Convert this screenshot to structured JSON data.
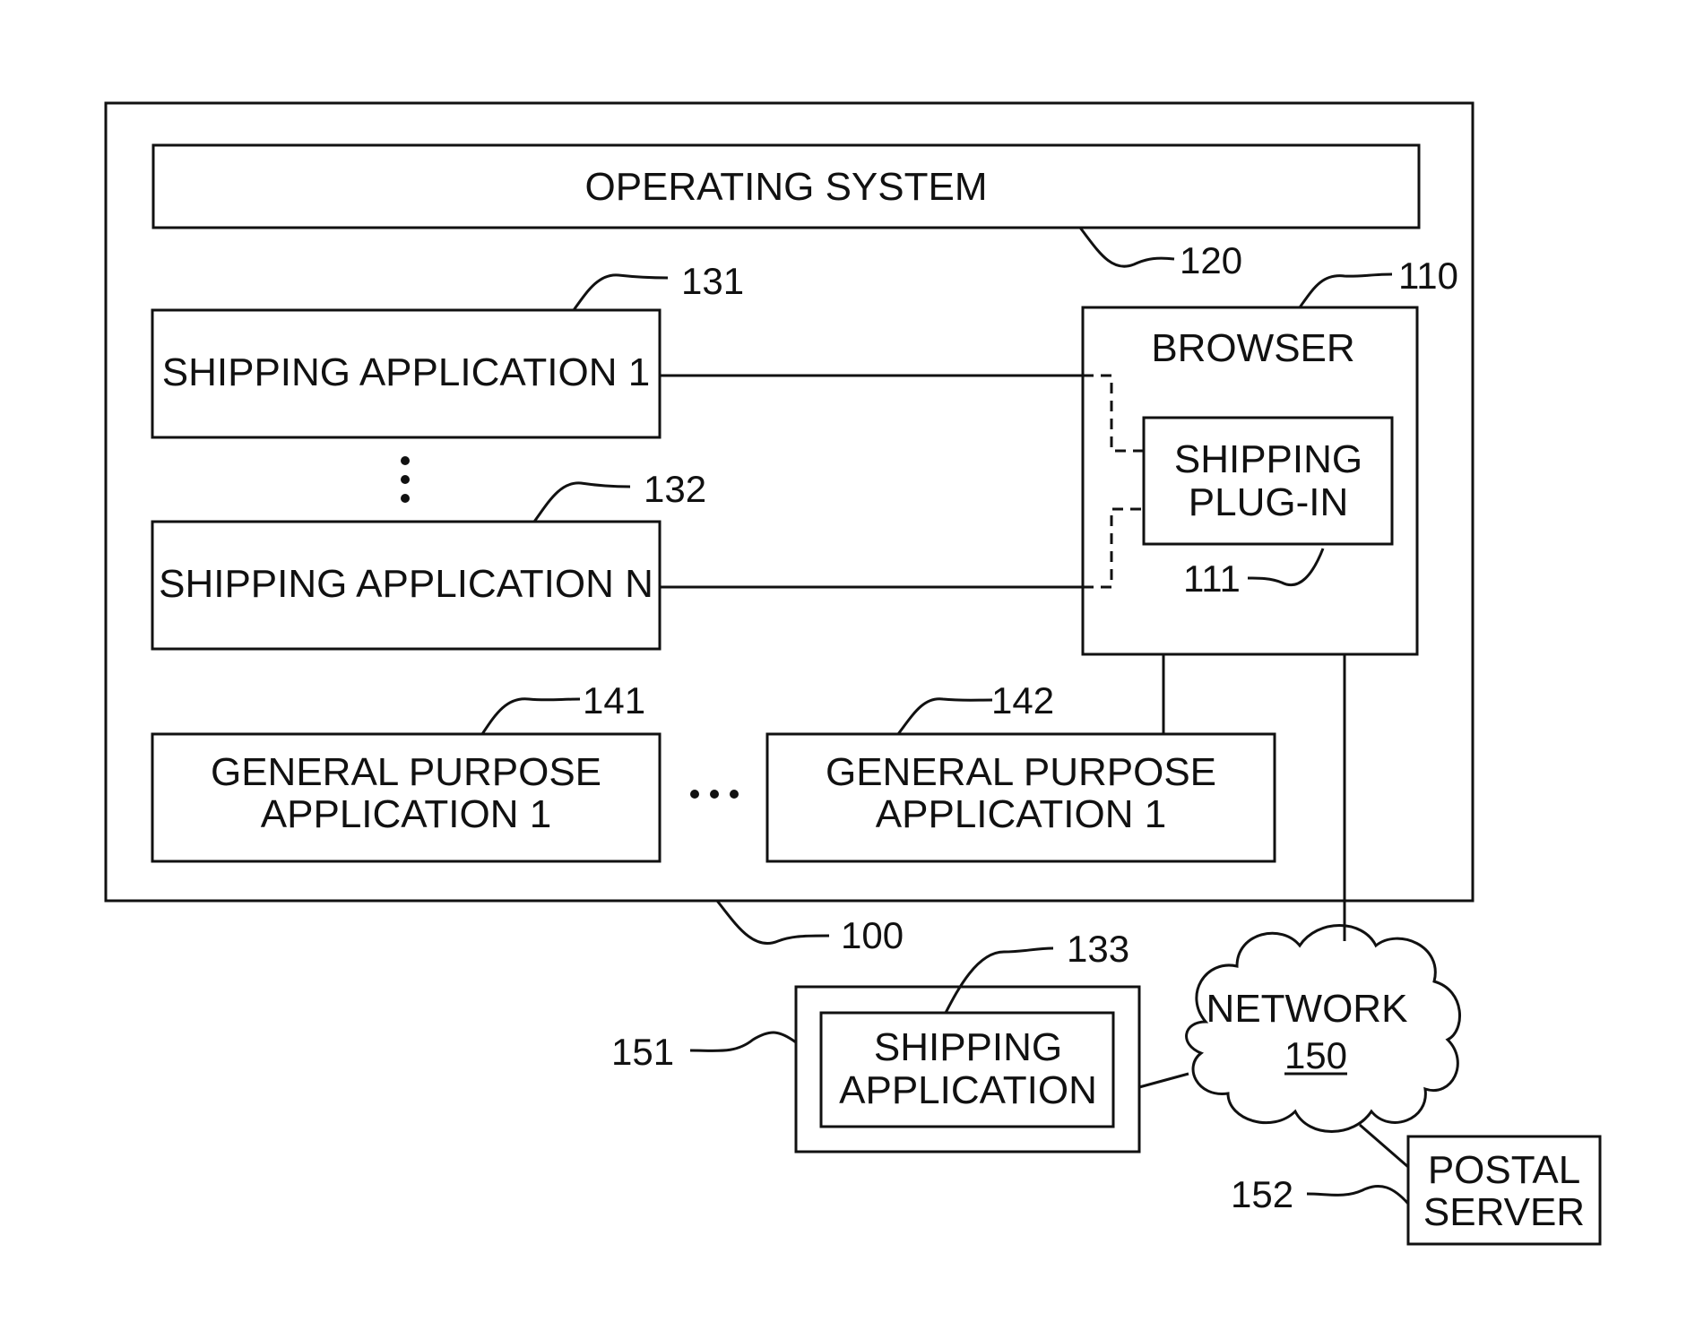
{
  "operating_system": {
    "label": "OPERATING SYSTEM",
    "ref": "120"
  },
  "computer": {
    "ref": "100"
  },
  "browser": {
    "label": "BROWSER",
    "ref": "110"
  },
  "plugin": {
    "label_line1": "SHIPPING",
    "label_line2": "PLUG-IN",
    "ref": "111"
  },
  "shipping_app_1": {
    "label": "SHIPPING APPLICATION 1",
    "ref": "131"
  },
  "shipping_app_n": {
    "label": "SHIPPING APPLICATION N",
    "ref": "132"
  },
  "general_app_a": {
    "label_line1": "GENERAL PURPOSE",
    "label_line2": "APPLICATION 1",
    "ref": "141"
  },
  "general_app_b": {
    "label_line1": "GENERAL PURPOSE",
    "label_line2": "APPLICATION 1",
    "ref": "142"
  },
  "remote_device": {
    "ref": "151"
  },
  "remote_shipping_app": {
    "label_line1": "SHIPPING",
    "label_line2": "APPLICATION",
    "ref": "133"
  },
  "network": {
    "label": "NETWORK",
    "ref": "150"
  },
  "postal_server": {
    "label_line1": "POSTAL",
    "label_line2": "SERVER",
    "ref": "152"
  }
}
